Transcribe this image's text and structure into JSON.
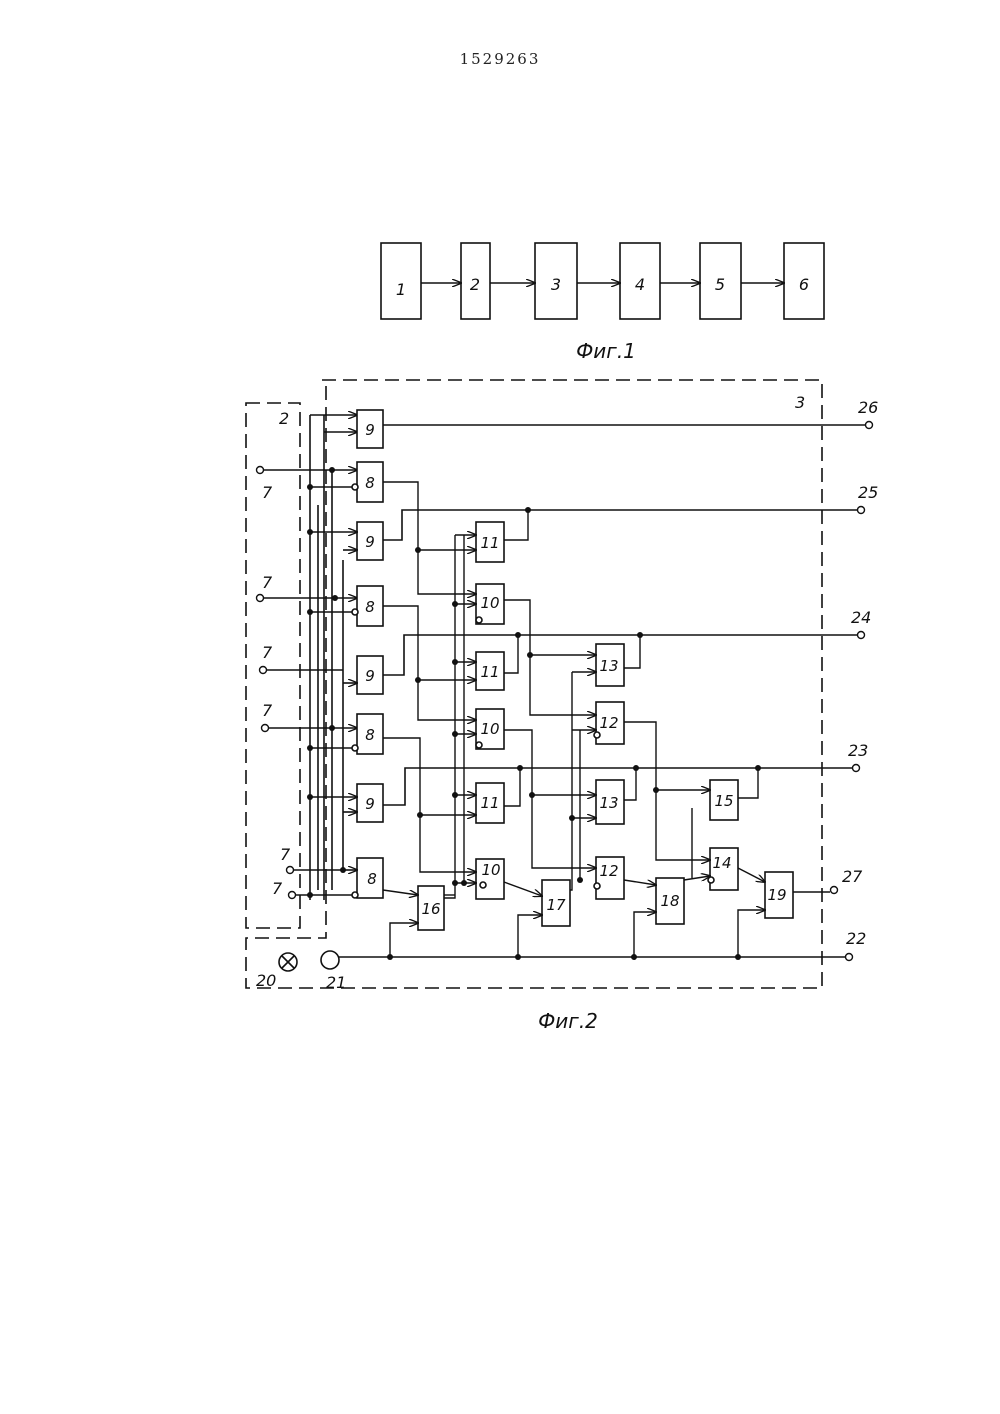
{
  "document": {
    "number": "1529263"
  },
  "fig1": {
    "caption": "Фиг.1",
    "blocks": [
      "1",
      "2",
      "3",
      "4",
      "5",
      "6"
    ]
  },
  "fig2": {
    "caption": "Фиг.2",
    "frame_labels": {
      "frame_3": "3",
      "frame_2": "2"
    },
    "input_labels": [
      "7",
      "7",
      "7",
      "7",
      "7",
      "7"
    ],
    "output_labels": [
      "26",
      "25",
      "24",
      "23",
      "27",
      "22"
    ],
    "element_labels": {
      "e20": "20",
      "e21": "21"
    },
    "blocks": [
      "9",
      "8",
      "9",
      "8",
      "9",
      "8",
      "9",
      "8",
      "11",
      "10",
      "11",
      "10",
      "11",
      "10",
      "13",
      "12",
      "13",
      "12",
      "15",
      "14",
      "16",
      "17",
      "18",
      "19"
    ]
  }
}
